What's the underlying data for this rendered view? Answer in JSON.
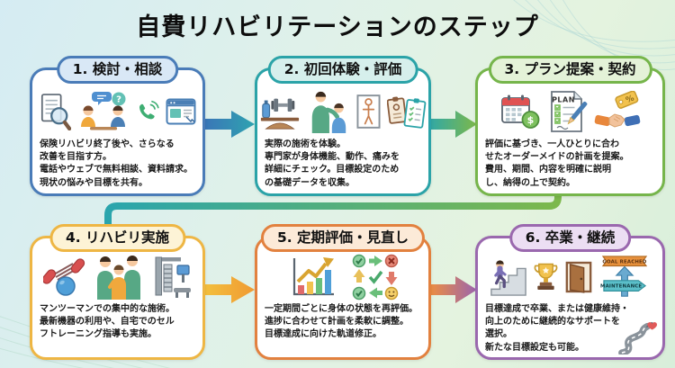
{
  "title": "自費リハビリテーションのステップ",
  "steps": [
    {
      "label": "1. 検討・相談",
      "description": "保険リハビリ終了後や、さらなる\n改善を目指す方。\n電話やウェブで無料相談、資料請求。\n現状の悩みや目標を共有。",
      "accent": "#4a7cb8",
      "pill_bg": "#d9e8f6",
      "icons": [
        "document-magnifier",
        "consultation-people",
        "phone-call",
        "website"
      ]
    },
    {
      "label": "2. 初回体験・評価",
      "description": "実際の施術を体験。\n専門家が身体機能、動作、痛みを\n詳細にチェック。目標設定のため\nの基礎データを収集。",
      "accent": "#2ba3a8",
      "pill_bg": "#d6efec",
      "icons": [
        "training-equipment",
        "therapist-examination",
        "body-chart",
        "assessment-clipboards"
      ]
    },
    {
      "label": "3. プラン提案・契約",
      "description": "評価に基づき、一人ひとりに合わ\nせたオーダーメイドの計画を提案。\n費用、期間、内容を明確に説明\nし、納得の上で契約。",
      "accent": "#76b54b",
      "pill_bg": "#e4f2d8",
      "icons": [
        "calendar-cost",
        "plan-document",
        "price-tag-handshake"
      ]
    },
    {
      "label": "4. リハビリ実施",
      "description": "マンツーマンでの集中的な施術。\n最新機器の利用や、自宅でのセル\nフトレーニング指導も実施。",
      "accent": "#eeb644",
      "pill_bg": "#fdf3d6",
      "icons": [
        "exercise-band-ball",
        "training-session",
        "rehab-machine"
      ]
    },
    {
      "label": "5. 定期評価・見直し",
      "description": "一定期間ごとに身体の状態を再評価。\n進捗に合わせて計画を柔軟に調整。\n目標達成に向けた軌道修正。",
      "accent": "#e2813f",
      "pill_bg": "#fcead8",
      "icons": [
        "progress-chart",
        "evaluation-grid"
      ]
    },
    {
      "label": "6. 卒業・継続",
      "description": "目標達成で卒業、または健康維持・\n向上のために継続的なサポートを\n選択。\n新たな目標設定も可能。",
      "accent": "#9a68ae",
      "pill_bg": "#ecdef3",
      "icons": [
        "stairs-climb",
        "trophy",
        "open-door",
        "signpost",
        "winding-road-heart"
      ]
    }
  ],
  "icon_text": {
    "plan": "PLAN",
    "goal_banner": "GOAL REACHED",
    "maintenance_sign": "MAINTENANCE",
    "dollar": "$",
    "percent": "%",
    "question": "?"
  },
  "colors": {
    "connector_start": "#2aa5ad",
    "connector_end": "#7cb84c",
    "arrow_1": [
      "#3b72b8",
      "#2fa3b0"
    ],
    "arrow_2": [
      "#2fa8a8",
      "#7db84a"
    ],
    "arrow_3": [
      "#f3c23e",
      "#f09a33"
    ],
    "arrow_4": [
      "#ef8f3e",
      "#9b64ad"
    ]
  }
}
